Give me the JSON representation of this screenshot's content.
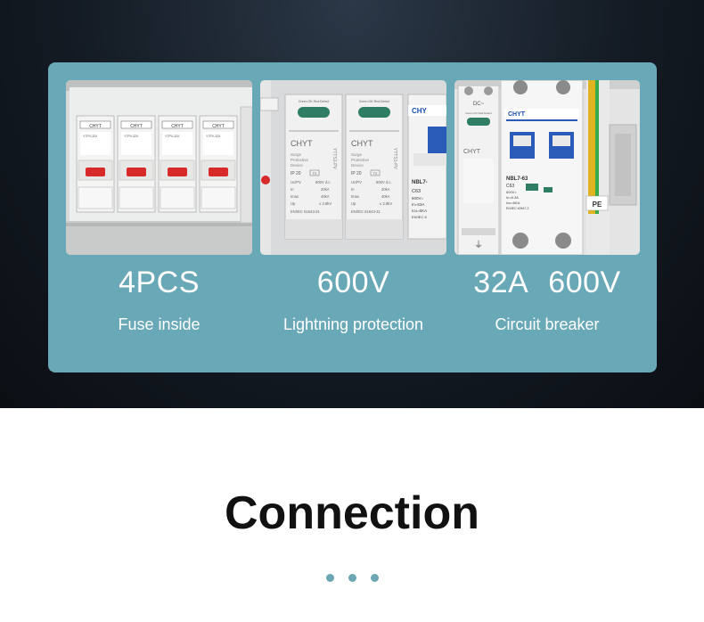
{
  "features": [
    {
      "stat": "4PCS",
      "caption": "Fuse inside",
      "photo": {
        "brand": "CHYT",
        "module_text": "YTPV-32X"
      }
    },
    {
      "stat": "600V",
      "caption": "Lightning protection",
      "photo": {
        "brand": "CHYT",
        "status_text": "Green:OK Red:Defect",
        "model": "YTTS1-PV",
        "lines": [
          "Surge",
          "Protective",
          "Device",
          "IP 20",
          "Uc/PV",
          "In",
          "Imax",
          "Up",
          "EN/IEC 61643-31"
        ],
        "values": [
          "600V d.c.",
          "20kA",
          "40kA",
          "≤ 2.8kV"
        ],
        "class": "T2",
        "side_brand": "CHY",
        "side_model": "NBL7-",
        "side_lines": [
          "C63",
          "600V=",
          "In=63A",
          "Icu=6KA",
          "EN/IEC 6"
        ]
      }
    },
    {
      "stat_current": "32A",
      "stat_voltage": "600V",
      "caption": "Circuit breaker",
      "photo": {
        "dc_label": "DC~",
        "spd_brand": "CHYT",
        "spd_status": "Green:OK Red:Defect",
        "breaker_brand": "CHYT",
        "breaker_model": "NBL7-63",
        "breaker_lines": [
          "C63",
          "600V=",
          "In=6.3A",
          "Icu=6KA",
          "EN/IEC 60947-2"
        ],
        "pe_label": "PE"
      }
    }
  ],
  "section_heading": "Connection",
  "colors": {
    "panel": "#69a8b6",
    "background": "#141b24",
    "dot": "#6aa6b4"
  }
}
